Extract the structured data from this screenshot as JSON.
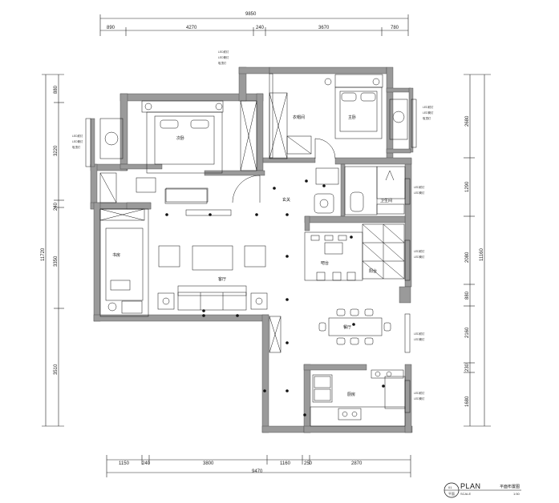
{
  "top_dims": {
    "total": "9850",
    "segments": [
      "890",
      "4270",
      "240",
      "3670",
      "780"
    ]
  },
  "bottom_dims": {
    "total": "9470",
    "segments": [
      "1150",
      "240",
      "3800",
      "1160",
      "250",
      "2870"
    ]
  },
  "left_dims": {
    "total": "11720",
    "segments": [
      "880",
      "3220",
      "240",
      "3350",
      "3510"
    ]
  },
  "right_dims": {
    "total": "11160",
    "segments": [
      "2680",
      "1290",
      "2080",
      "880",
      "2160",
      "230",
      "1680"
    ]
  },
  "rooms": {
    "bedroom_main": "主卧",
    "bedroom_second": "次卧",
    "cloakroom": "衣帽间",
    "study": "书房",
    "living": "客厅",
    "bathroom": "卫生间",
    "dining": "餐厅",
    "kitchen": "厨房",
    "bar": "吧台",
    "balcony": "阳台",
    "entry": "玄关"
  },
  "notes": {
    "top": [
      "LED射灯",
      "LED筒灯",
      "吸顶灯"
    ],
    "left": [
      "LED射灯",
      "LED筒灯",
      "吸顶灯"
    ],
    "right_top": [
      "LED射灯",
      "LED筒灯",
      "吸顶灯"
    ],
    "right_mid1": [
      "LED射灯",
      "LED筒灯"
    ],
    "right_mid2": [
      "LED射灯",
      "LED筒灯"
    ],
    "right_mid3": [
      "LED射灯",
      "LED筒灯"
    ],
    "right_bot": [
      "LED射灯",
      "LED筒灯"
    ]
  },
  "title_block": {
    "number": "01",
    "sub": "平面",
    "plan": "PLAN",
    "scale": "SCALE",
    "name": "平面布置图",
    "scale_value": "1:50"
  },
  "colors": {
    "wall": "#9a9a9a",
    "line": "#111111"
  }
}
